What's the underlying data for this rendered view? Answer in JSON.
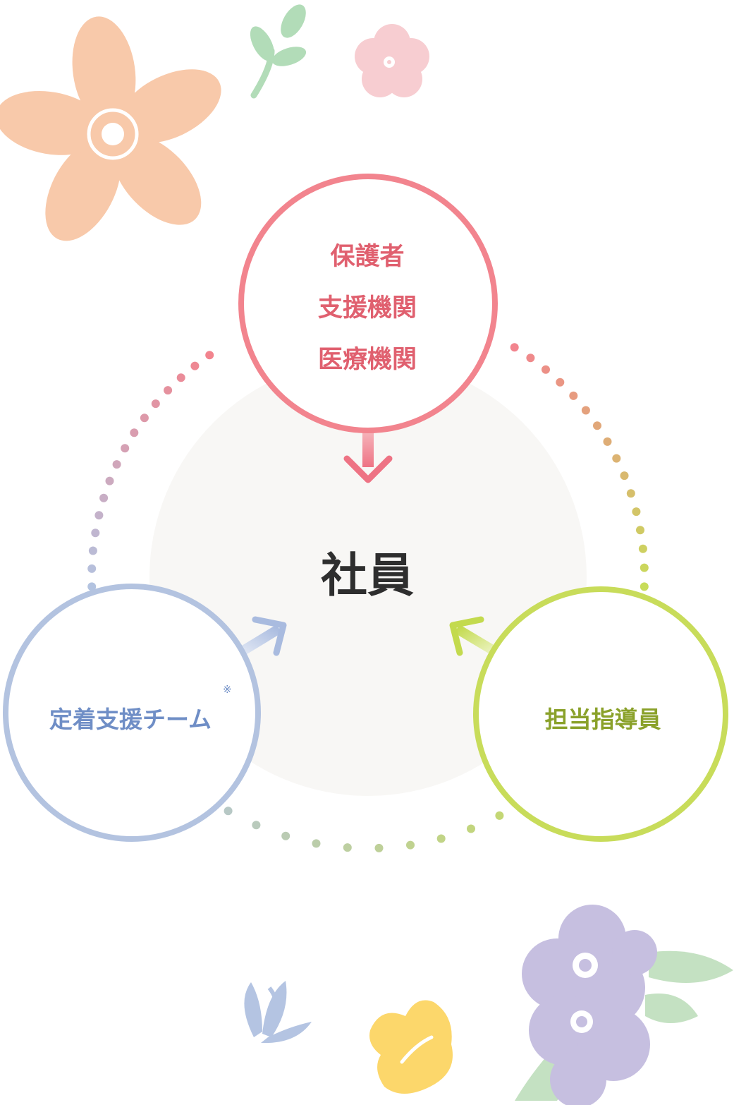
{
  "nodes": {
    "top": {
      "lines": [
        "保護者",
        "支援機関",
        "医療機関"
      ],
      "color": "#e0606f",
      "ring": "#f2848e"
    },
    "center": {
      "label": "社員"
    },
    "left": {
      "label": "定着支援チーム",
      "note": "※",
      "color": "#6f8ec6",
      "ring": "#b3c3e0"
    },
    "right": {
      "label": "担当指導員",
      "color": "#8aa12a",
      "ring": "#c8dc5a"
    }
  },
  "decorations": [
    "orange-flower-icon",
    "sprout-icon",
    "pink-flower-icon",
    "blue-tulip-icon",
    "yellow-flower-icon",
    "purple-hydrangea-icon",
    "leaf-icon"
  ]
}
